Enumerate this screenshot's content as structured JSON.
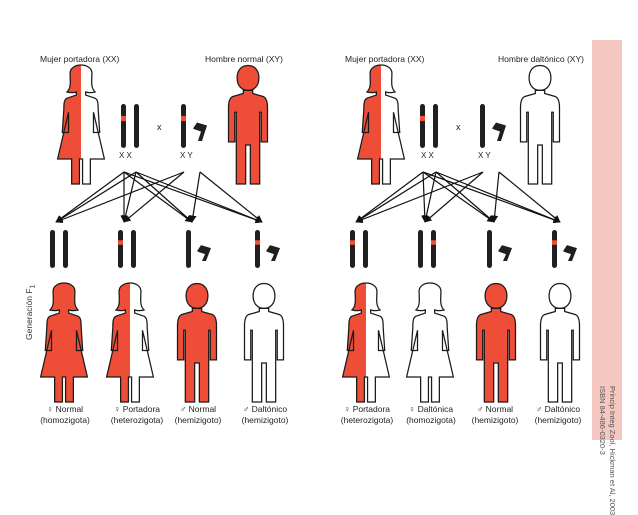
{
  "colors": {
    "affected": "#ee4d38",
    "outline": "#1a1a1a",
    "chromosome": "#1f1f1f",
    "marker": "#ee4d38",
    "strip": "#f4c7c0"
  },
  "left_panel": {
    "mother_label": "Mujer portadora (XX)",
    "father_label": "Hombre normal (XY)",
    "mother_chrom": "X X",
    "father_chrom": "X Y",
    "cross_symbol": "x",
    "children": [
      {
        "symbol": "♀",
        "line1": "Normal",
        "line2": "(homozigota)"
      },
      {
        "symbol": "♀",
        "line1": "Portadora",
        "line2": "(heterozigota)"
      },
      {
        "symbol": "♂",
        "line1": "Normal",
        "line2": "(hemizigoto)"
      },
      {
        "symbol": "♂",
        "line1": "Daltónico",
        "line2": "(hemizigoto)"
      }
    ]
  },
  "right_panel": {
    "mother_label": "Mujer portadora (XX)",
    "father_label": "Hombre daltónico (XY)",
    "mother_chrom": "X X",
    "father_chrom": "X Y",
    "cross_symbol": "x",
    "children": [
      {
        "symbol": "♀",
        "line1": "Portadora",
        "line2": "(heterozigota)"
      },
      {
        "symbol": "♀",
        "line1": "Daltónica",
        "line2": "(homozigota)"
      },
      {
        "symbol": "♂",
        "line1": "Normal",
        "line2": "(hemizigoto)"
      },
      {
        "symbol": "♂",
        "line1": "Daltónico",
        "line2": "(hemizigoto)"
      }
    ]
  },
  "generation_label": "Generación F",
  "generation_subscript": "1",
  "credit_lines": [
    "Princip Integ Zool, Hickman et Al, 2003",
    "ISBN 84-486-0320-3"
  ]
}
